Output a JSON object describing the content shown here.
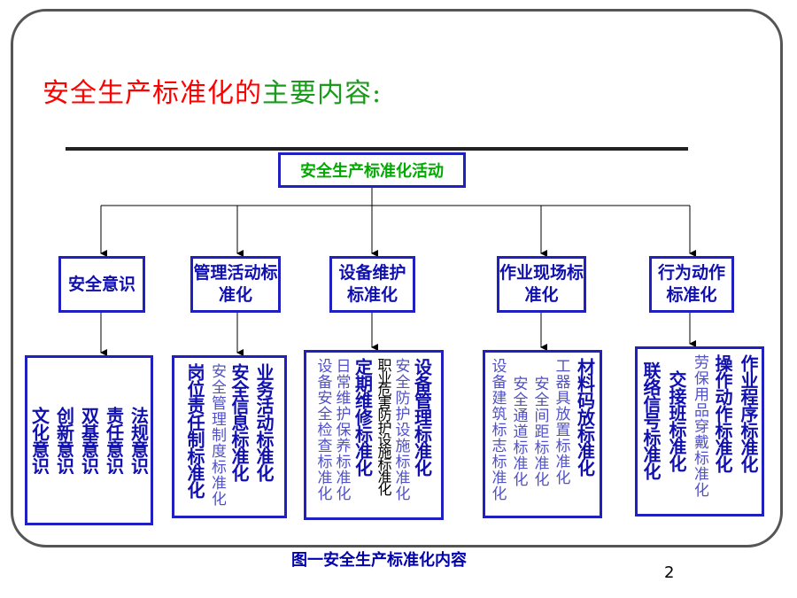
{
  "title": {
    "part1": "安全生产标准化的",
    "part2": "主要内容:"
  },
  "root": "安全生产标准化活动",
  "categories": [
    {
      "label": "安全意识"
    },
    {
      "label": "管理活动标准化"
    },
    {
      "label": "设备维护标准化"
    },
    {
      "label": "作业现场标准化"
    },
    {
      "label": "行为动作标准化"
    }
  ],
  "leaves": [
    {
      "columns": [
        {
          "text": "法规意识",
          "style": "bold"
        },
        {
          "text": "责任意识",
          "style": "bold"
        },
        {
          "text": "双基意识",
          "style": "bold"
        },
        {
          "text": "创新意识",
          "style": "bold"
        },
        {
          "text": "文化意识",
          "style": "bold"
        }
      ]
    },
    {
      "columns": [
        {
          "text": "业务活动标准化",
          "style": "bold"
        },
        {
          "text": "安全信息标准化",
          "style": "bold"
        },
        {
          "text": "安全管理制度标准化",
          "style": "normal"
        },
        {
          "text": "岗位责任制标准化",
          "style": "bold"
        }
      ]
    },
    {
      "columns": [
        {
          "text": "设备管理标准化",
          "style": "bold"
        },
        {
          "text": "安全防护设施标准化",
          "style": "normal"
        },
        {
          "text": "职业危害防护设施标准化",
          "style": "dark"
        },
        {
          "text": "定期维修标准化",
          "style": "bold"
        },
        {
          "text": "日常维护保养标准化",
          "style": "normal"
        },
        {
          "text": "设备安全检查标准化",
          "style": "normal"
        }
      ]
    },
    {
      "columns": [
        {
          "text": "材料码放标准化",
          "style": "bold"
        },
        {
          "text": "工器具放置标准化",
          "style": "normal"
        },
        {
          "text": "安全间距标准化",
          "style": "normal"
        },
        {
          "text": "安全通道标准化",
          "style": "normal"
        },
        {
          "text": "设备建筑标志标准化",
          "style": "normal"
        }
      ]
    },
    {
      "columns": [
        {
          "text": "作业程序标准化",
          "style": "bold"
        },
        {
          "text": "操作动作标准化",
          "style": "bold"
        },
        {
          "text": "劳保用品穿戴标准化",
          "style": "normal"
        },
        {
          "text": "交接班标准化",
          "style": "bold"
        },
        {
          "text": "联络信号标准化",
          "style": "bold"
        }
      ]
    }
  ],
  "caption": "图一安全生产标准化内容",
  "page_number": "2",
  "colors": {
    "box_border": "#2020c0",
    "title_red": "#ff0000",
    "title_green": "#1a9a1a",
    "root_text": "#00aa00",
    "bold_text": "#1010b0"
  }
}
